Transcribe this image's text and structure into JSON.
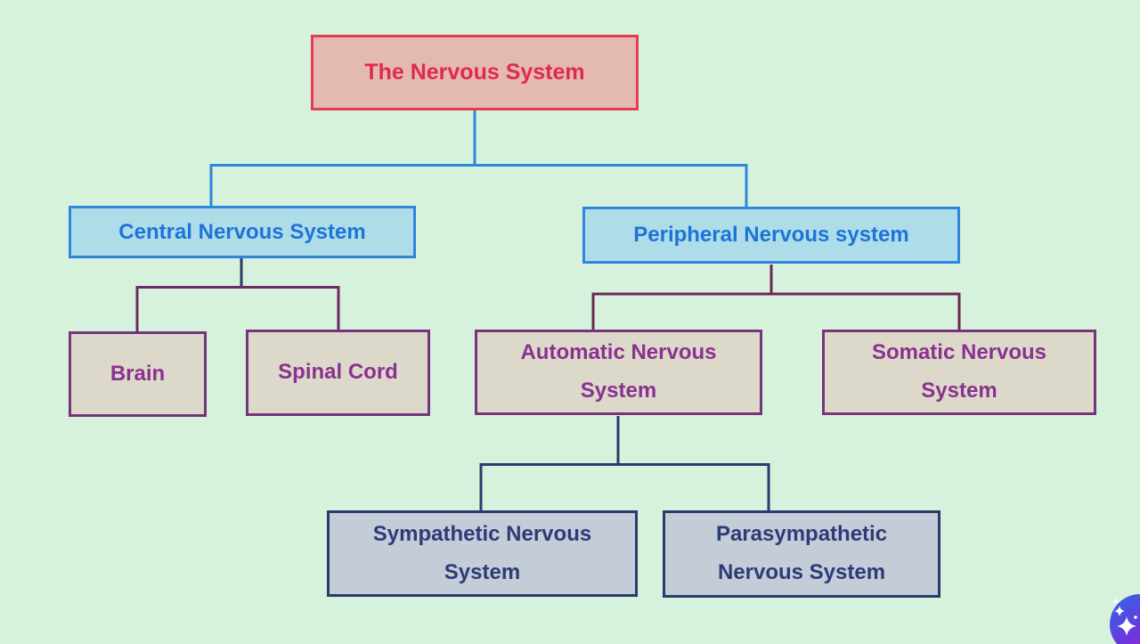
{
  "diagram": {
    "type": "tree",
    "title_node": "The Nervous System",
    "hierarchy": {
      "label": "The Nervous System",
      "children": [
        {
          "label": "Central Nervous System",
          "children": [
            {
              "label": "Brain"
            },
            {
              "label": "Spinal Cord"
            }
          ]
        },
        {
          "label": "Peripheral Nervous system",
          "children": [
            {
              "label": "Automatic Nervous System",
              "children": [
                {
                  "label": "Sympathetic Nervous System"
                },
                {
                  "label": "Parasympathetic Nervous System"
                }
              ]
            },
            {
              "label": "Somatic Nervous System"
            }
          ]
        }
      ]
    }
  },
  "nodes": {
    "root": {
      "label": "The Nervous System"
    },
    "central": {
      "label": "Central Nervous System"
    },
    "peripheral": {
      "label": "Peripheral Nervous system"
    },
    "brain": {
      "label": "Brain"
    },
    "spinal": {
      "label": "Spinal Cord"
    },
    "automatic": {
      "label": "Automatic Nervous System"
    },
    "somatic": {
      "label": "Somatic Nervous System"
    },
    "sympathetic": {
      "label": "Sympathetic Nervous System"
    },
    "parasympathetic": {
      "label": "Parasympathetic Nervous System"
    }
  },
  "palette": {
    "background": "#d7f2dc",
    "root_fill": "#e3b9b0",
    "root_border": "#e73b52",
    "root_text": "#e02a4d",
    "blue_fill": "#aedce9",
    "blue_border": "#2e86de",
    "blue_text": "#1d74d8",
    "beige_fill": "#dcd9ca",
    "purple_border": "#76347c",
    "purple_text": "#8b3190",
    "navy_fill": "#c3ccd7",
    "navy_border": "#2b3a6d",
    "navy_text": "#2d3b77",
    "connector_blue": "#2e86de",
    "connector_navy": "#2c3a6e",
    "connector_purple": "#6d2a66",
    "connector_maroon": "#6d2553",
    "ai_gradient_start": "#2b6ae8",
    "ai_gradient_end": "#c621c9"
  },
  "ai_button": {
    "icon": "sparkles-icon"
  }
}
